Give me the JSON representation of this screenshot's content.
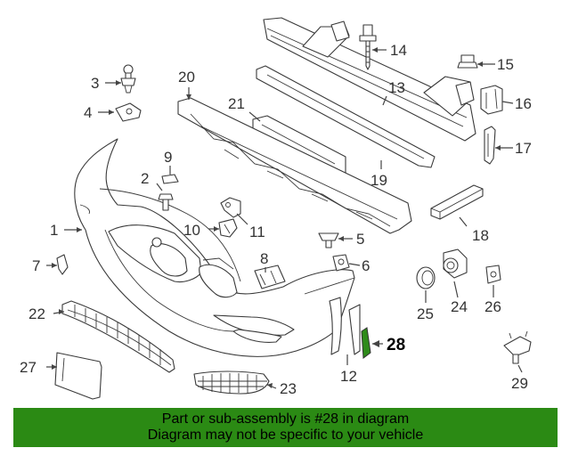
{
  "diagram": {
    "highlight_color": "#2e8b1a",
    "labels": {
      "p1": "1",
      "p2": "2",
      "p3": "3",
      "p4": "4",
      "p5": "5",
      "p6": "6",
      "p7": "7",
      "p8": "8",
      "p9": "9",
      "p10": "10",
      "p11": "11",
      "p12": "12",
      "p13": "13",
      "p14": "14",
      "p15": "15",
      "p16": "16",
      "p17": "17",
      "p18": "18",
      "p19": "19",
      "p20": "20",
      "p21": "21",
      "p22": "22",
      "p23": "23",
      "p24": "24",
      "p25": "25",
      "p26": "26",
      "p27": "27",
      "p28": "28",
      "p29": "29"
    }
  },
  "banner": {
    "background": "#2b8a14",
    "line1": "Part or sub-assembly is #28 in diagram",
    "line2": "Diagram may not be specific to your vehicle"
  }
}
